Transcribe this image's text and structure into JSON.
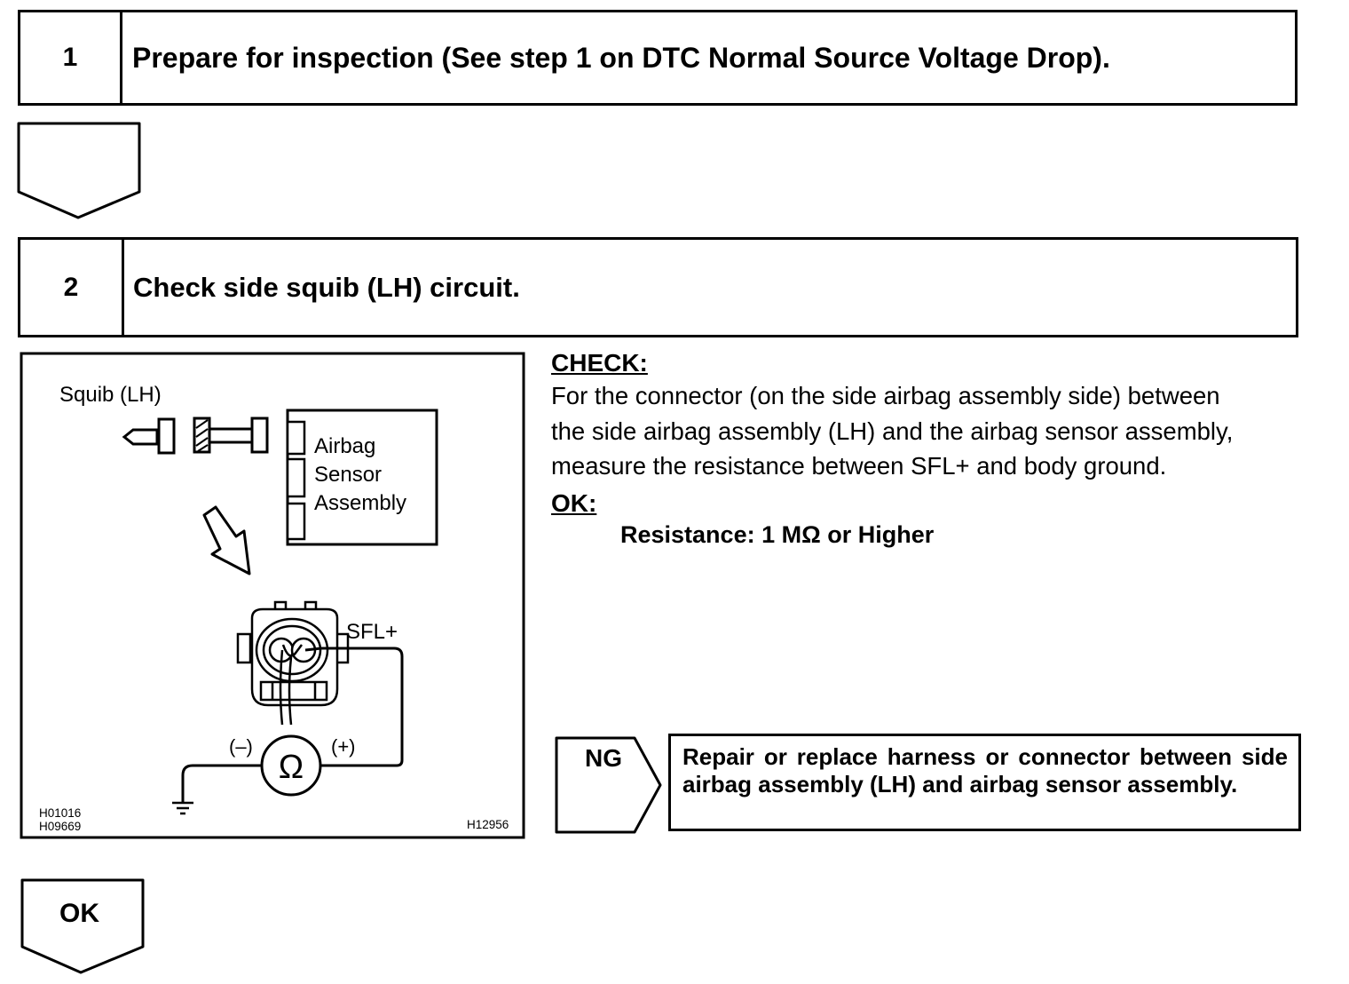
{
  "step1": {
    "number": "1",
    "title": "Prepare for inspection (See step 1 on DTC Normal Source Voltage Drop)."
  },
  "step2": {
    "number": "2",
    "title": "Check side squib (LH) circuit."
  },
  "figure": {
    "squib_label": "Squib (LH)",
    "sensor_label_lines": [
      "Airbag",
      "Sensor",
      "Assembly"
    ],
    "terminal_label": "SFL+",
    "minus_label": "(–)",
    "plus_label": "(+)",
    "ohm_symbol": "Ω",
    "ref_codes_left": [
      "H01016",
      "H09669"
    ],
    "ref_code_right": "H12956"
  },
  "check": {
    "heading": "CHECK:",
    "lines": [
      "For the connector (on the side airbag assembly side) between",
      "the side airbag assembly (LH) and the airbag sensor assembly,",
      "measure the resistance between SFL+ and body ground."
    ]
  },
  "ok_spec": {
    "heading": "OK:",
    "value": "Resistance: 1 MΩ or Higher"
  },
  "ng_branch": {
    "label": "NG",
    "action": "Repair or replace harness or connector between side airbag assembly (LH) and airbag sensor assembly."
  },
  "ok_branch": {
    "label": "OK"
  }
}
